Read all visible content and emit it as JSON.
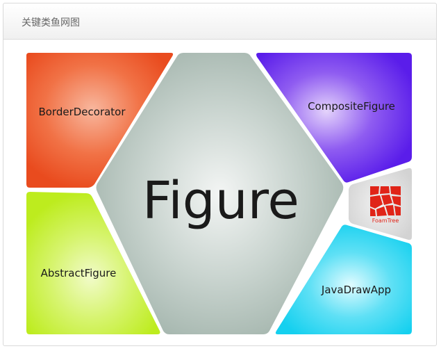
{
  "panel": {
    "title": "关键类鱼网图"
  },
  "foamtree": {
    "cells": [
      {
        "id": "border-decorator",
        "label": "BorderDecorator",
        "color": "#ee4e22"
      },
      {
        "id": "figure",
        "label": "Figure",
        "color": "#a9bab2"
      },
      {
        "id": "composite-figure",
        "label": "CompositeFigure",
        "color": "#6023ee"
      },
      {
        "id": "abstract-figure",
        "label": "AbstractFigure",
        "color": "#c2ef22"
      },
      {
        "id": "java-draw-app",
        "label": "JavaDrawApp",
        "color": "#19d5f0"
      }
    ],
    "logo": {
      "text": "FoamTree",
      "color": "#e02418"
    }
  }
}
